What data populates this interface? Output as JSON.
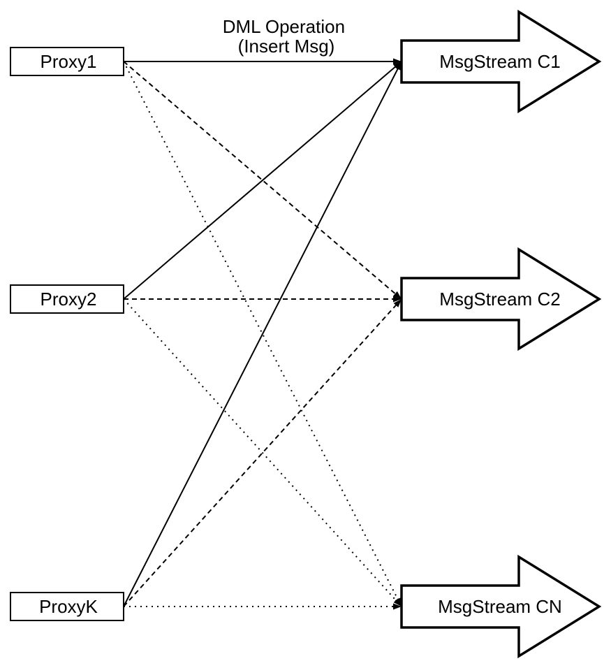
{
  "diagram": {
    "background": "#ffffff",
    "stroke_color": "#000000",
    "shape_fill": "#ffffff",
    "annotation": {
      "line1": "DML Operation",
      "line2": "(Insert Msg)"
    },
    "proxies": [
      {
        "label": "Proxy1"
      },
      {
        "label": "Proxy2"
      },
      {
        "label": "ProxyK"
      }
    ],
    "streams": [
      {
        "label": "MsgStream C1"
      },
      {
        "label": "MsgStream C2"
      },
      {
        "label": "MsgStream CN"
      }
    ],
    "edges": [
      {
        "from": "Proxy1",
        "to": "MsgStream C1",
        "style": "solid",
        "dasharray": "none"
      },
      {
        "from": "Proxy2",
        "to": "MsgStream C1",
        "style": "solid",
        "dasharray": "none"
      },
      {
        "from": "ProxyK",
        "to": "MsgStream C1",
        "style": "solid",
        "dasharray": "none"
      },
      {
        "from": "Proxy1",
        "to": "MsgStream C2",
        "style": "dashed",
        "dasharray": "7,5"
      },
      {
        "from": "Proxy2",
        "to": "MsgStream C2",
        "style": "dashed",
        "dasharray": "7,5"
      },
      {
        "from": "ProxyK",
        "to": "MsgStream C2",
        "style": "dashed",
        "dasharray": "7,5"
      },
      {
        "from": "Proxy1",
        "to": "MsgStream CN",
        "style": "dotted",
        "dasharray": "2,6"
      },
      {
        "from": "Proxy2",
        "to": "MsgStream CN",
        "style": "dotted",
        "dasharray": "2,6"
      },
      {
        "from": "ProxyK",
        "to": "MsgStream CN",
        "style": "dotted",
        "dasharray": "2,6"
      }
    ]
  }
}
